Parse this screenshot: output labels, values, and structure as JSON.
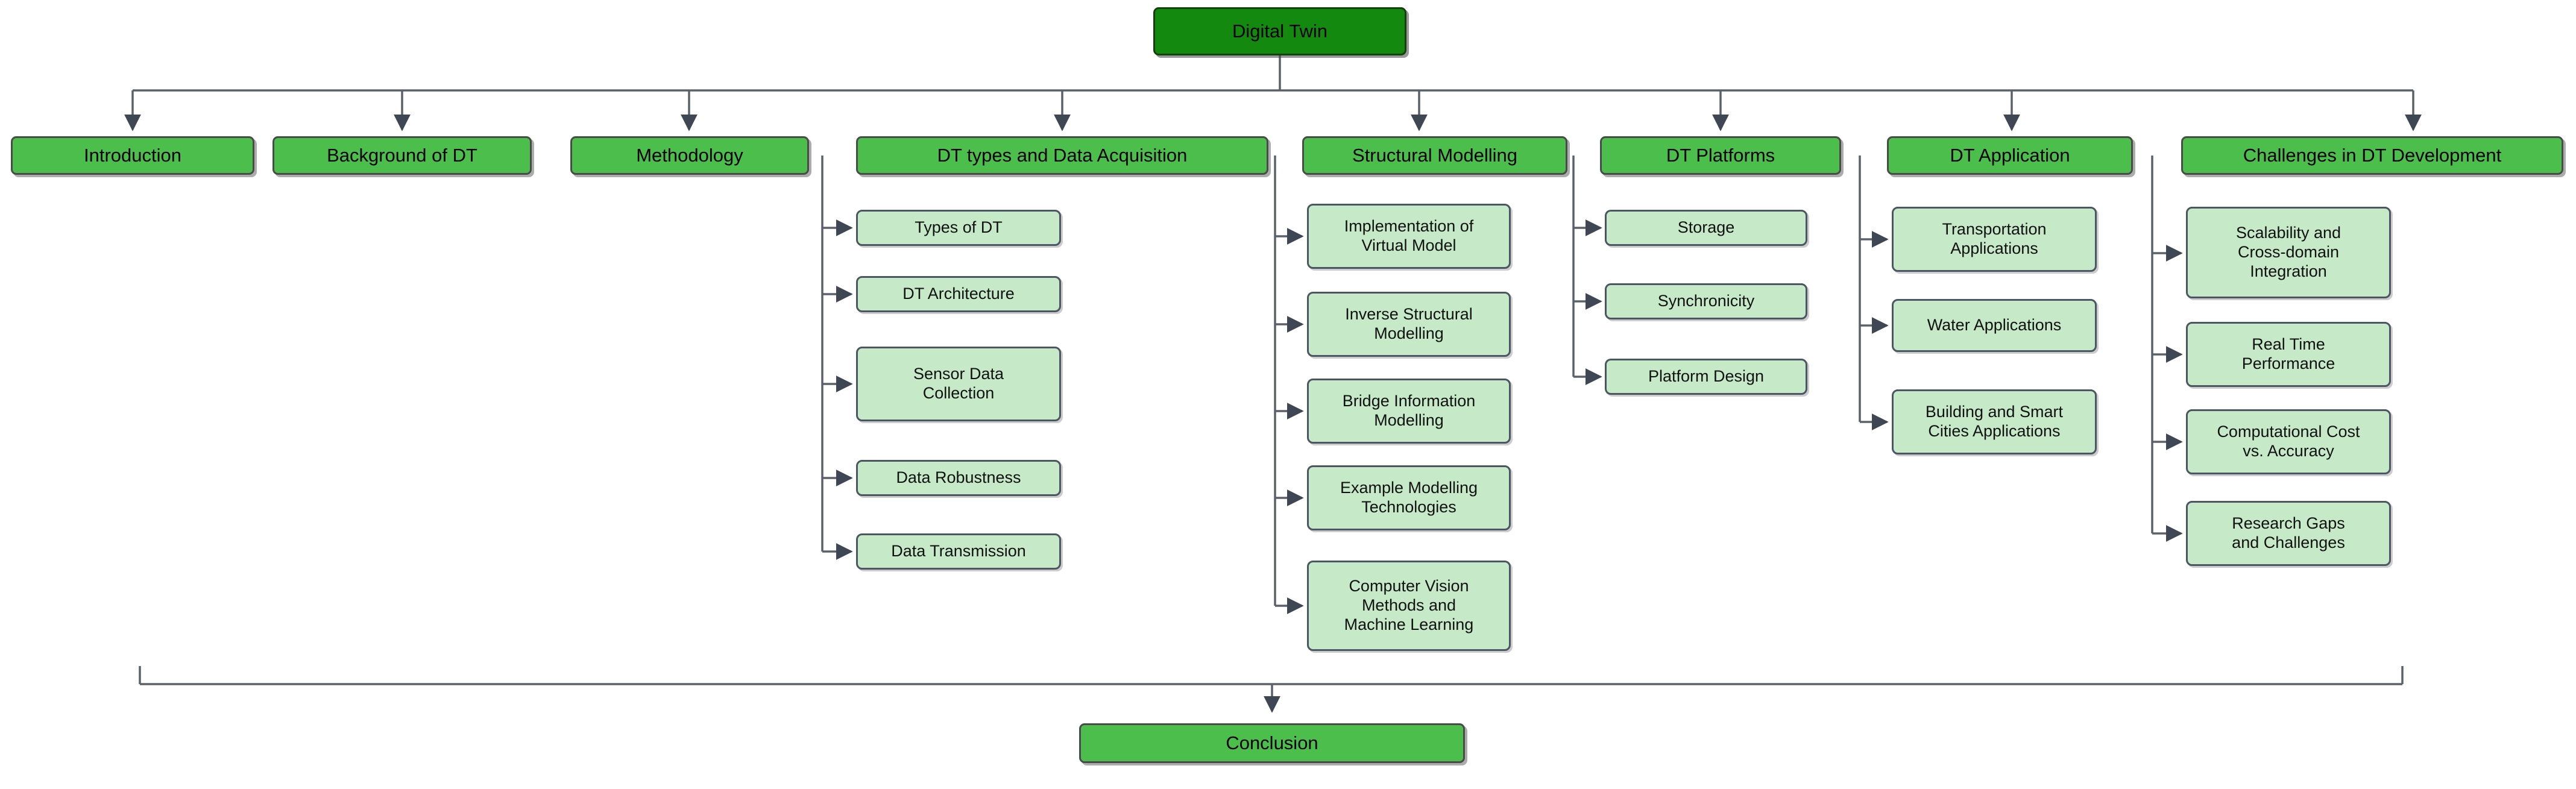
{
  "diagram": {
    "title": "Digital Twin",
    "colors": {
      "root_fill": "#14890f",
      "section_fill": "#4cbe4c",
      "leaf_fill": "#c6eac8",
      "connector": "#5a616b",
      "background": "#ffffff"
    },
    "root": {
      "label": "Digital Twin"
    },
    "conclusion": {
      "label": "Conclusion"
    },
    "sections": [
      {
        "label": "Introduction",
        "children": []
      },
      {
        "label": "Background of DT",
        "children": []
      },
      {
        "label": "Methodology",
        "children": []
      },
      {
        "label": "DT types and Data Acquisition",
        "children": [
          "Types of DT",
          "DT Architecture",
          "Sensor Data\nCollection",
          "Data Robustness",
          "Data Transmission"
        ]
      },
      {
        "label": "Structural Modelling",
        "children": [
          "Implementation of\nVirtual Model",
          "Inverse Structural\nModelling",
          "Bridge Information\nModelling",
          "Example Modelling\nTechnologies",
          "Computer Vision\nMethods and\nMachine Learning"
        ]
      },
      {
        "label": "DT Platforms",
        "children": [
          "Storage",
          "Synchronicity",
          "Platform Design"
        ]
      },
      {
        "label": "DT Application",
        "children": [
          "Transportation\nApplications",
          "Water Applications",
          "Building and Smart\nCities Applications"
        ]
      },
      {
        "label": "Challenges in DT Development",
        "children": [
          "Scalability and\nCross-domain\nIntegration",
          "Real Time\nPerformance",
          "Computational Cost\nvs. Accuracy",
          "Research Gaps\nand Challenges"
        ]
      }
    ]
  }
}
